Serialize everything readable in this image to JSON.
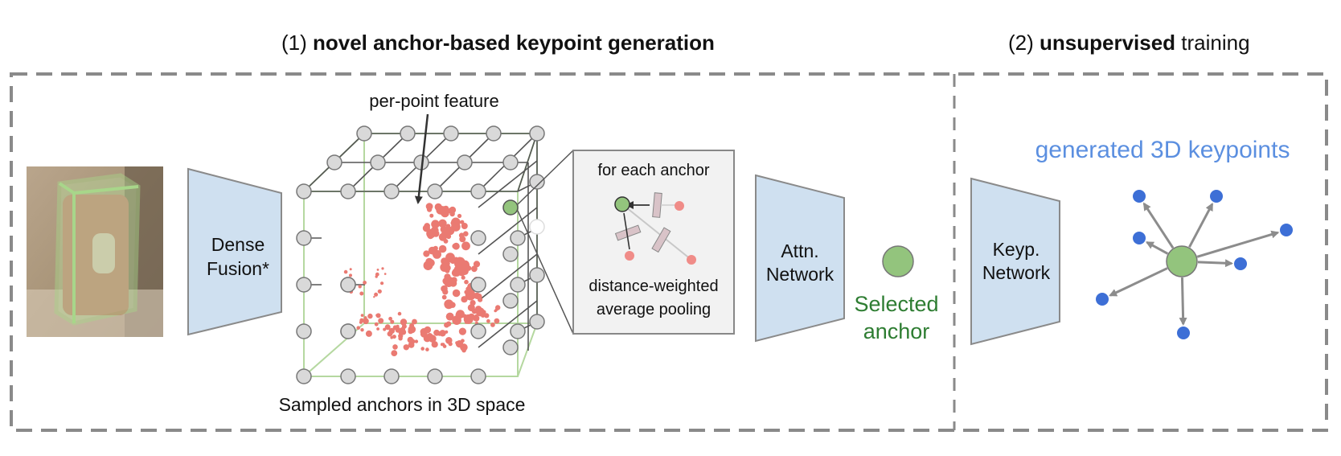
{
  "headings": {
    "stage1_prefix": "(1) ",
    "stage1_bold": "novel anchor-based keypoint generation",
    "stage2_prefix": "(2) ",
    "stage2_bold": "unsupervised",
    "stage2_suffix": " training"
  },
  "blocks": {
    "dense_fusion_line1": "Dense",
    "dense_fusion_line2": "Fusion*",
    "attn_line1": "Attn.",
    "attn_line2": "Network",
    "keyp_line1": "Keyp.",
    "keyp_line2": "Network"
  },
  "labels": {
    "per_point_feature": "per-point feature",
    "sampled_anchors": "Sampled anchors in 3D space",
    "for_each_anchor": "for each anchor",
    "pooling_line1": "distance-weighted",
    "pooling_line2": "average pooling",
    "selected_line1": "Selected",
    "selected_line2": "anchor",
    "generated_keypoints": "generated 3D keypoints"
  },
  "colors": {
    "block_fill": "#cfe0f0",
    "anchor_green": "#93c47d",
    "selected_text": "#2e7d32",
    "keypoint_blue": "#3d6fd6",
    "keypoint_title": "#5b8fe0",
    "point_cloud_red": "#ea7a72",
    "dashed_border": "#8a8a8a"
  }
}
